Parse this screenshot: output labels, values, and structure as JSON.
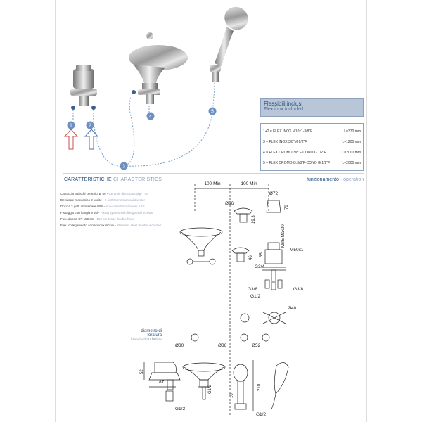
{
  "flex_box": {
    "title_it": "Flessibili inclusi",
    "title_en": "Flex inox included",
    "rows": [
      {
        "left": "1+2 = FLEX INOX M10x1-3/8\"F",
        "right": "L=370 mm"
      },
      {
        "left": "3     = FLEX INOX 3/8\"M-1/2\"F",
        "right": "L=1200 mm"
      },
      {
        "left": "4     = FLEX CROMO 3/8\"F-CONO G.1/2\"F",
        "right": "L=2000 mm"
      },
      {
        "left": "5     = FLEX CROMO G.3/8\"F-CONO G.1/2\"F",
        "right": "L=2000 mm"
      }
    ]
  },
  "callouts": [
    "1",
    "2",
    "3",
    "4",
    "5"
  ],
  "characteristics": {
    "title_it": "CARATTERISTICHE",
    "title_en": "CHARACTERISTICS",
    "rows": [
      {
        "it": "Cartuccia a dischi ceramici Ø 40",
        "en": "Ceramic discs cartridge - 40"
      },
      {
        "it": "Deviatore meccanico 2 uscite",
        "en": "2 outlets mechanical diverter"
      },
      {
        "it": "Doccia 3 getti anticalcare ABS",
        "en": "Anti-scale handshower ABS"
      },
      {
        "it": "Fissaggio con flangia e viti",
        "en": "Fixing system with flange and screws"
      },
      {
        "it": "Flex. doccia OT 150 cm",
        "en": "150 cm brass flexible hose"
      },
      {
        "it": "Flex. collegamento acciaio inox inclusi",
        "en": "Stainless steel flexible included"
      }
    ]
  },
  "function": {
    "title_it": "funzionamento",
    "title_en": "operation"
  },
  "holes": {
    "title_it": "diametro di foratura",
    "title_en": "installation holes"
  },
  "dimensions": {
    "min1": "100 Min",
    "min2": "100 Min",
    "d72": "Ø72",
    "d56": "Ø56",
    "h70": "70",
    "h193": "19,3",
    "max20": "Min5 Max20",
    "h65": "65",
    "h46": "46",
    "m50": "M50x1",
    "g34": "G3/4",
    "g38a": "G3/8",
    "g38b": "G3/8",
    "g12a": "G1/2",
    "d48": "Ø48",
    "d30": "Ø30",
    "d36": "Ø36",
    "d52": "Ø52",
    "h52": "52",
    "w87": "87",
    "g12b": "G1/2",
    "g12c": "G1/2",
    "h210": "210",
    "h10": "10",
    "g12d": "G1/2"
  }
}
